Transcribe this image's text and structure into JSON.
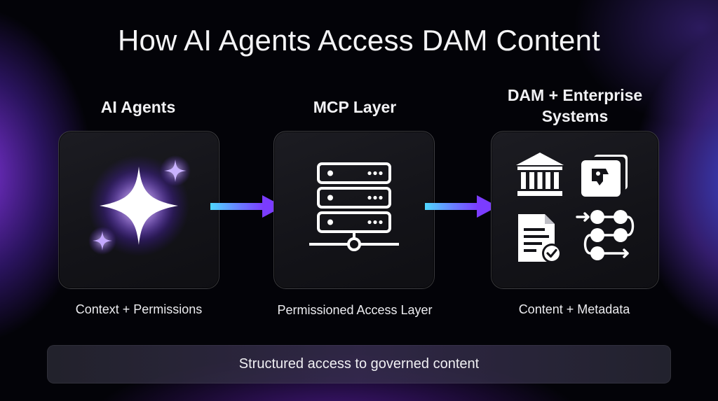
{
  "title": "How AI Agents Access DAM Content",
  "columns": [
    {
      "heading": "AI Agents",
      "caption": "Context + Permissions",
      "icon": "sparkle-icon"
    },
    {
      "heading": "MCP Layer",
      "caption": "Permissioned Access Layer",
      "icon": "server-stack-icon"
    },
    {
      "heading_line1": "DAM + Enterprise",
      "heading_line2": "Systems",
      "caption": "Content + Metadata",
      "icons": [
        "institution-icon",
        "image-stack-icon",
        "document-check-icon",
        "workflow-icon"
      ]
    }
  ],
  "banner": "Structured access to governed content",
  "colors": {
    "accent_purple": "#7b3cff",
    "accent_cyan": "#4fd8ff",
    "card_border": "#3a3a42"
  }
}
